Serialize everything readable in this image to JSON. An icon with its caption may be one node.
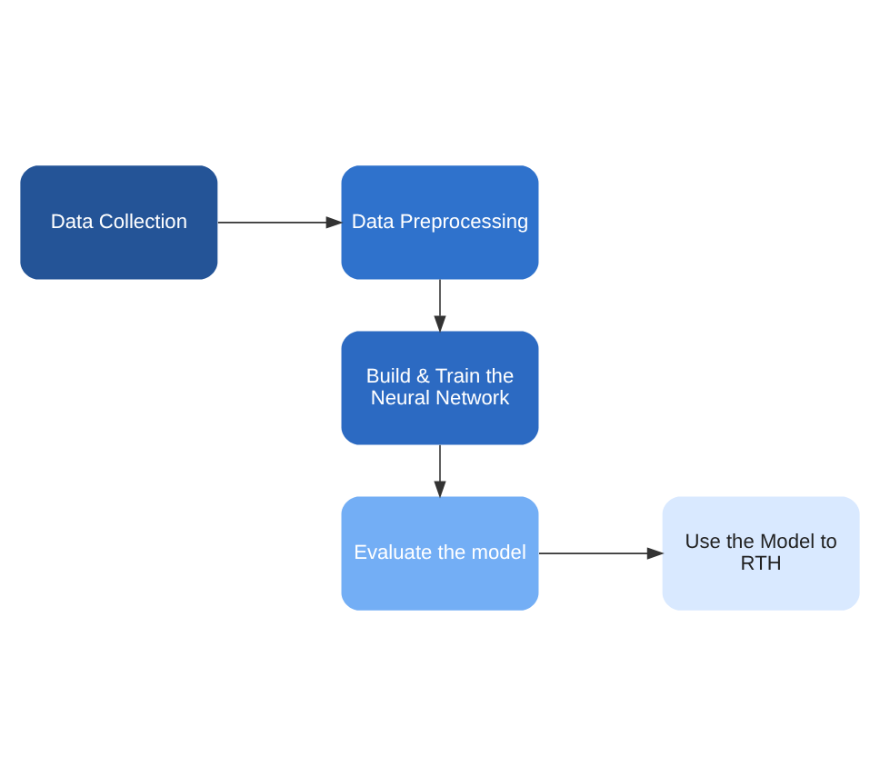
{
  "diagram": {
    "nodes": [
      {
        "text": [
          "Data Collection"
        ]
      },
      {
        "text": [
          "Data Preprocessing"
        ]
      },
      {
        "text": [
          "Build & Train the Neural Network"
        ]
      },
      {
        "text": [
          "Evaluate the model"
        ]
      },
      {
        "text": [
          "Use the Model to RTH"
        ]
      }
    ],
    "edges": [
      {
        "from": 0,
        "to": 1,
        "arrow": "to"
      },
      {
        "from": 1,
        "to": 2,
        "arrow": "to"
      },
      {
        "from": 2,
        "to": 3,
        "arrow": "to"
      },
      {
        "from": 3,
        "to": 4,
        "arrow": "to"
      }
    ]
  }
}
